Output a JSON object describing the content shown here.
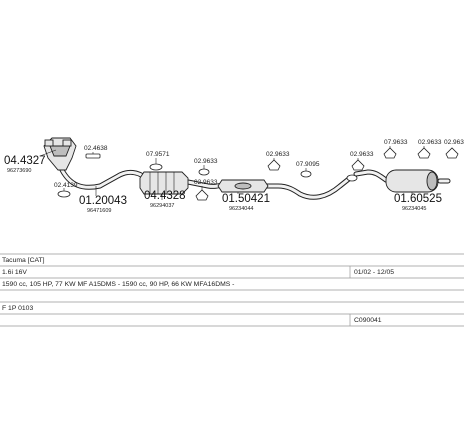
{
  "parts": {
    "p1_code": "04.4327",
    "p1_sub": "96273690",
    "p2_code": "01.20043",
    "p2_sub": "96471609",
    "p3_code": "04.4328",
    "p3_sub": "96294037",
    "p4_code": "01.50421",
    "p4_sub": "96234044",
    "p5_code": "01.60525",
    "p5_sub": "96234045"
  },
  "hardware": {
    "h1": "02.4638",
    "h2": "02.4139",
    "h3": "07.9571",
    "h4": "02.9633",
    "h5": "02.9633",
    "h6": "02.9633",
    "h7": "07.9095",
    "h8": "02.9633",
    "h9": "07.9633",
    "h10": "02.9633"
  },
  "info": {
    "model": "Tacuma [CAT]",
    "engine": "1.6i 16V",
    "date_range": "01/02 - 12/05",
    "spec": "1590 cc, 105 HP, 77 KW MF A15DMS - 1590 cc, 90 HP, 66 KW MFA16DMS -",
    "note": "F 1P 0103",
    "catalog_code": "C090041"
  }
}
